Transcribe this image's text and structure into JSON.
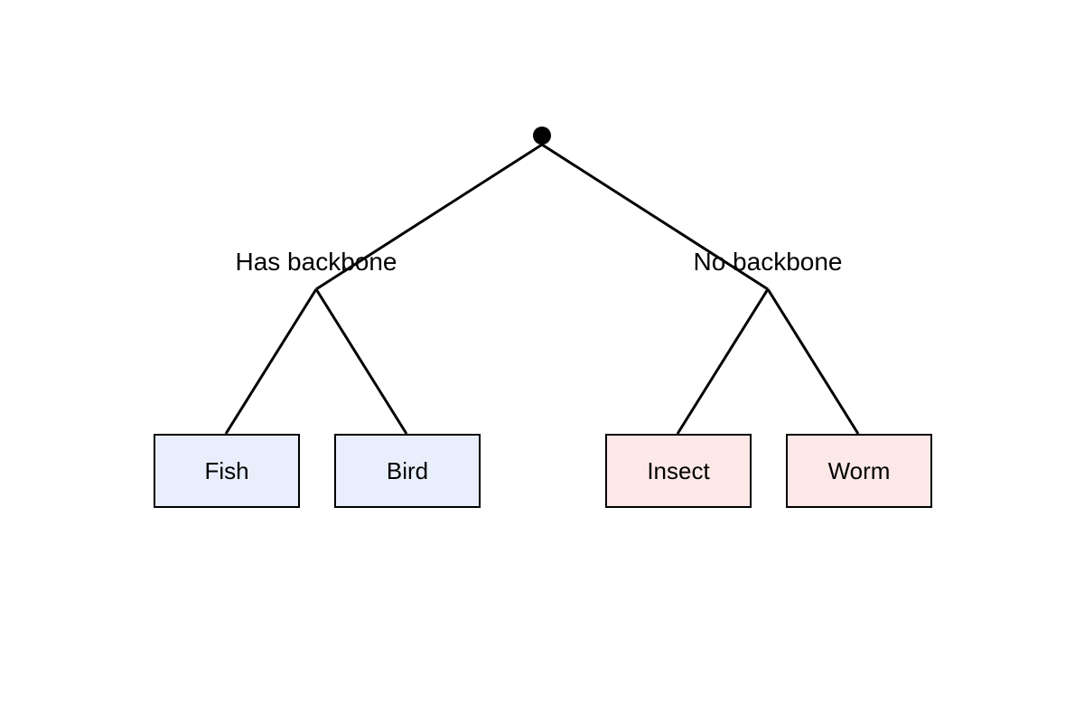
{
  "tree": {
    "branches": [
      {
        "label": "Has backbone",
        "color": "#E8EEFB",
        "leaves": [
          "Fish",
          "Bird"
        ]
      },
      {
        "label": "No backbone",
        "color": "#FCE8E6",
        "leaves": [
          "Insect",
          "Worm"
        ]
      }
    ]
  },
  "colors": {
    "line": "#000000",
    "root": "#000000",
    "background": "#FFFFFF"
  }
}
